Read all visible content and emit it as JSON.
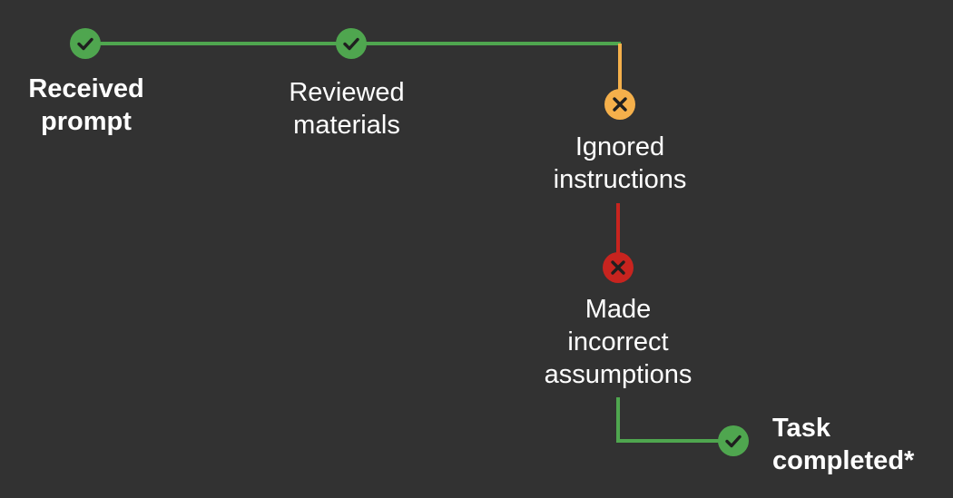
{
  "colors": {
    "background": "#323232",
    "success": "#4fa64f",
    "warning": "#f5b04b",
    "error": "#c8241f",
    "text": "#ffffff"
  },
  "steps": [
    {
      "id": "received-prompt",
      "lines": [
        "Received",
        "prompt"
      ],
      "status": "success",
      "icon": "check-icon",
      "bold": true
    },
    {
      "id": "reviewed-materials",
      "lines": [
        "Reviewed",
        "materials"
      ],
      "status": "success",
      "icon": "check-icon",
      "bold": false
    },
    {
      "id": "ignored-instructions",
      "lines": [
        "Ignored",
        "instructions"
      ],
      "status": "warning",
      "icon": "x-icon",
      "bold": false
    },
    {
      "id": "made-incorrect-assumptions",
      "lines": [
        "Made",
        "incorrect",
        "assumptions"
      ],
      "status": "error",
      "icon": "x-icon",
      "bold": false
    },
    {
      "id": "task-completed",
      "lines": [
        "Task",
        "completed*"
      ],
      "status": "success",
      "icon": "check-icon",
      "bold": true
    }
  ]
}
